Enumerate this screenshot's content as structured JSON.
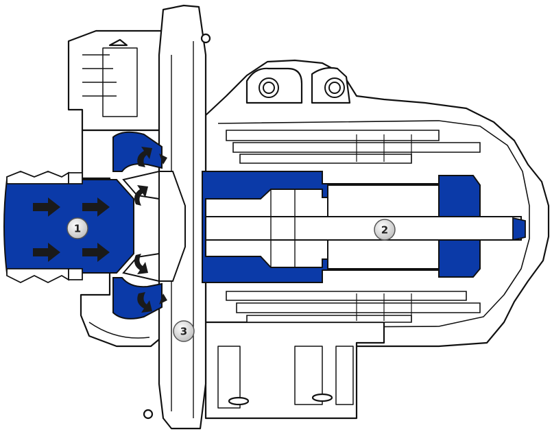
{
  "colors": {
    "coolant": "#0b3aa8",
    "outline": "#111111",
    "housing": "#ffffff",
    "callout_fill": "#e4e4e4",
    "arrow": "#1a1a1a"
  },
  "callouts": [
    {
      "number": "1"
    },
    {
      "number": "2"
    },
    {
      "number": "3"
    }
  ]
}
